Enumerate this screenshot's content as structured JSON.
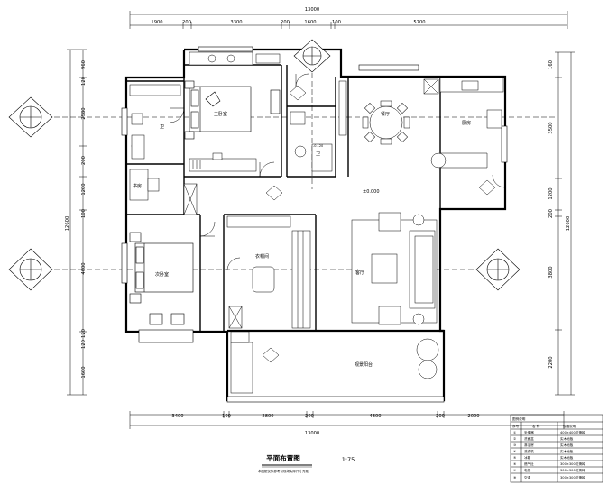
{
  "dims": {
    "top_total": "13000",
    "top": [
      "1900",
      "200",
      "3300",
      "200",
      "1600",
      "100",
      "5700"
    ],
    "bottom": [
      "3400",
      "100",
      "2800",
      "200",
      "4300",
      "200",
      "2000"
    ],
    "bottom_total": "13000",
    "left": [
      "960",
      "120",
      "2580",
      "200",
      "1200",
      "100",
      "4600",
      "120",
      "120",
      "1600"
    ],
    "left_total": "12600",
    "right": [
      "160",
      "3500",
      "1200",
      "200",
      "3800",
      "2200"
    ],
    "right_total": "12600"
  },
  "rooms": {
    "master_bed": "主卧室",
    "bath1": "卫",
    "bath2": "卫",
    "study": "书房",
    "dining": "餐厅",
    "kitchen": "厨房",
    "living": "客厅",
    "second_bed": "次卧室",
    "closet": "衣帽间",
    "balcony": "观景阳台"
  },
  "levels": {
    "main": "±0.000",
    "wet": "-0.120"
  },
  "title": {
    "main": "平面布置图",
    "scale": "1:75",
    "note": "本图纸仅供参考以现场实际尺寸为准"
  },
  "legend": {
    "heading": "图例说明",
    "columns": [
      "序号",
      "名  称",
      "规格说明"
    ],
    "rows": [
      [
        "①",
        "坐便器",
        "400×400防滑砖"
      ],
      [
        "②",
        "洗面盆",
        "实木地板"
      ],
      [
        "③",
        "淋浴房",
        "实木地板"
      ],
      [
        "④",
        "洗衣机",
        "实木地板"
      ],
      [
        "⑤",
        "冰箱",
        "实木地板"
      ],
      [
        "⑥",
        "燃气灶",
        "300×300防滑砖"
      ],
      [
        "⑦",
        "电视",
        "300×300防滑砖"
      ],
      [
        "⑧",
        "空调",
        "300×300防滑砖"
      ]
    ]
  },
  "legend_symbols": {
    "upper_left": "material-index-symbol",
    "middle_left": "material-index-symbol",
    "top_center": "material-index-symbol",
    "right": "material-index-symbol"
  }
}
